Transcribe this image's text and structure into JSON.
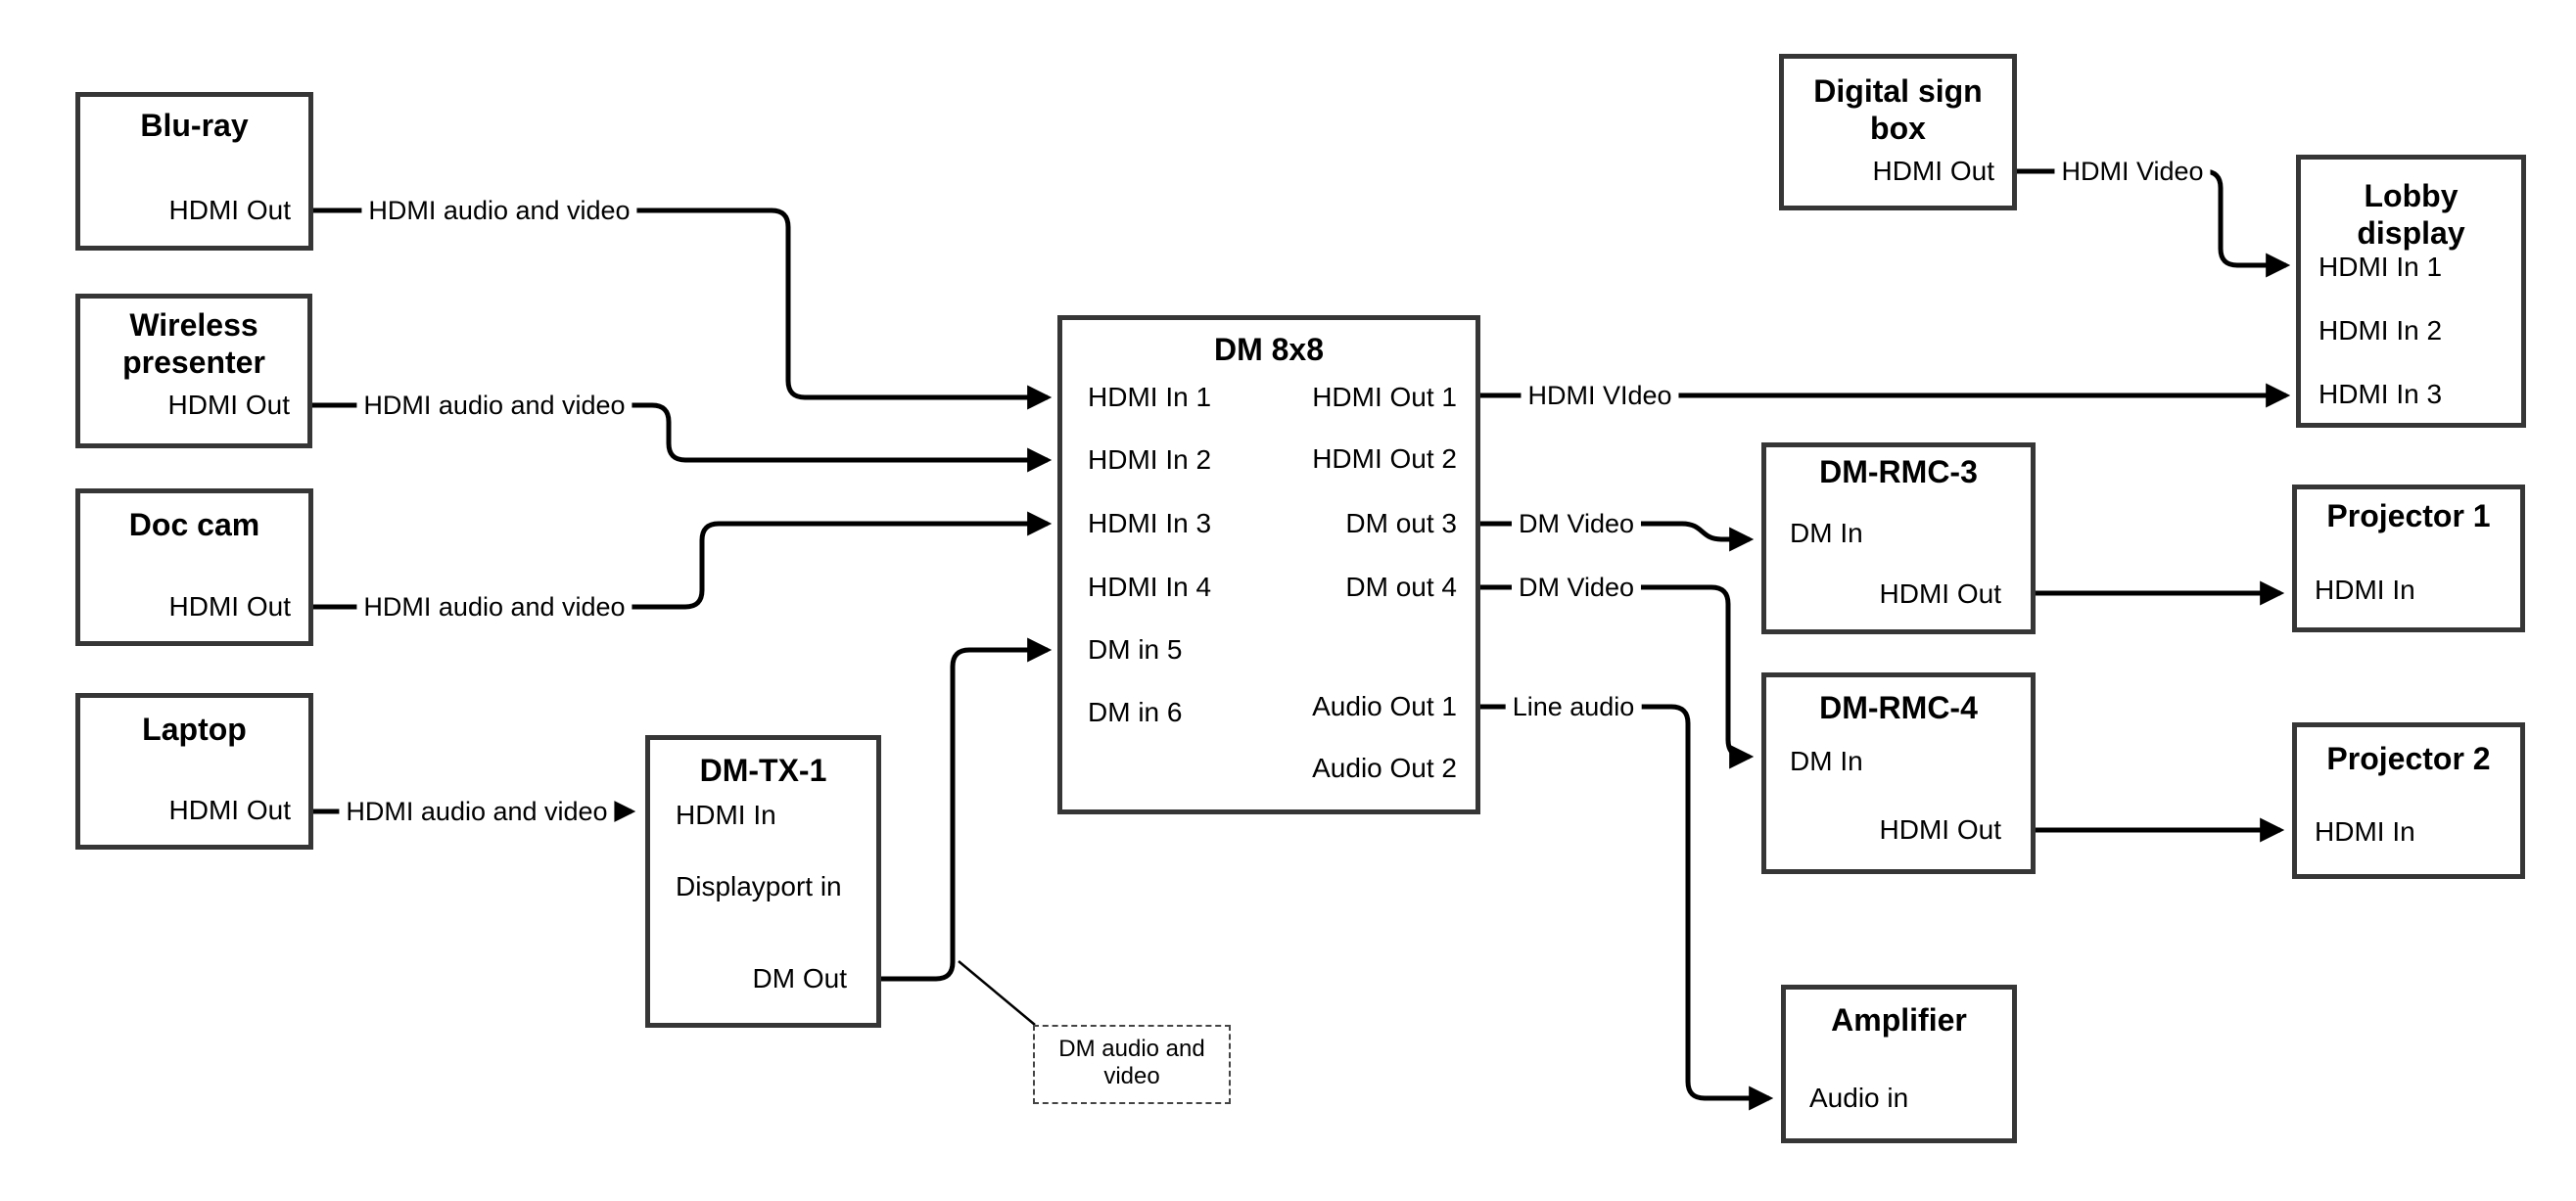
{
  "nodes": {
    "bluray": {
      "title": "Blu-ray",
      "ports": [
        "HDMI Out"
      ]
    },
    "wireless": {
      "title": "Wireless presenter",
      "ports": [
        "HDMI Out"
      ]
    },
    "doccam": {
      "title": "Doc cam",
      "ports": [
        "HDMI Out"
      ]
    },
    "laptop": {
      "title": "Laptop",
      "ports": [
        "HDMI Out"
      ]
    },
    "dmtx1": {
      "title": "DM-TX-1",
      "ports": [
        "HDMI In",
        "Displayport in",
        "DM Out"
      ]
    },
    "dm8x8": {
      "title": "DM 8x8",
      "ports_left": [
        "HDMI In 1",
        "HDMI In 2",
        "HDMI In 3",
        "HDMI In 4",
        "DM in 5",
        "DM in 6"
      ],
      "ports_right": [
        "HDMI Out 1",
        "HDMI Out 2",
        "DM out 3",
        "DM out 4",
        "Audio Out 1",
        "Audio Out 2"
      ]
    },
    "digital_sign": {
      "title": "Digital sign box",
      "ports": [
        "HDMI Out"
      ]
    },
    "lobby": {
      "title": "Lobby display",
      "ports": [
        "HDMI In 1",
        "HDMI In 2",
        "HDMI In 3"
      ]
    },
    "rmc3": {
      "title": "DM-RMC-3",
      "ports": [
        "DM In",
        "HDMI Out"
      ]
    },
    "rmc4": {
      "title": "DM-RMC-4",
      "ports": [
        "DM In",
        "HDMI Out"
      ]
    },
    "proj1": {
      "title": "Projector 1",
      "ports": [
        "HDMI In"
      ]
    },
    "proj2": {
      "title": "Projector 2",
      "ports": [
        "HDMI In"
      ]
    },
    "amplifier": {
      "title": "Amplifier",
      "ports": [
        "Audio in"
      ]
    }
  },
  "edge_labels": {
    "bluray_to_dm8x8": "HDMI audio and video",
    "wireless_to_dm8x8": "HDMI audio and video",
    "doccam_to_dm8x8": "HDMI audio and video",
    "laptop_to_dmtx1": "HDMI audio and video",
    "hdmiout1_to_lobby": "HDMI VIdeo",
    "dmout3_to_rmc3": "DM Video",
    "dmout4_to_rmc4": "DM Video",
    "audioout1_to_amp": "Line audio",
    "digitalsign_to_lobby": "HDMI Video"
  },
  "callout": {
    "text": "DM audio and video"
  },
  "colors": {
    "wire": "#000000",
    "box_border": "#363636",
    "background": "#ffffff"
  }
}
